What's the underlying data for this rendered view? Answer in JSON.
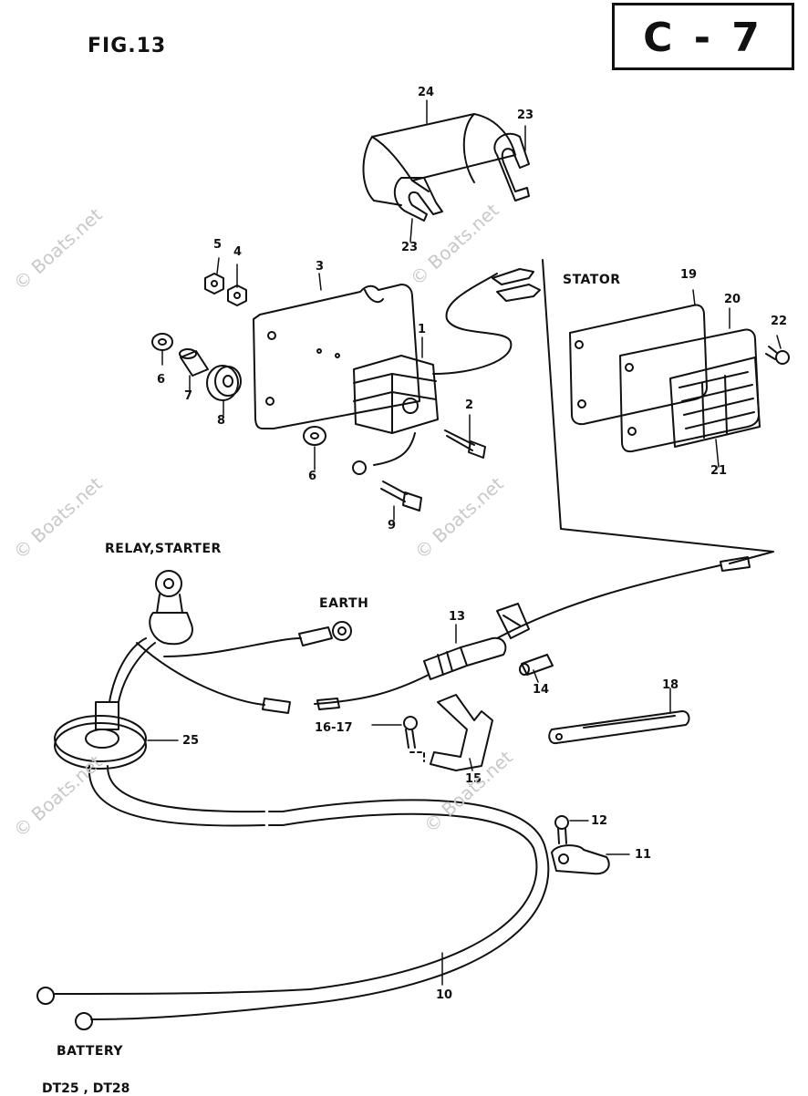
{
  "figure": "FIG.13",
  "reference": "C - 7",
  "text_labels": {
    "stator": "STATOR",
    "relay_starter": "RELAY,STARTER",
    "earth": "EARTH",
    "battery": "BATTERY"
  },
  "model_line": "DT25 , DT28",
  "watermark": "© Boats.net",
  "callouts": [
    "24",
    "23",
    "23",
    "5",
    "4",
    "3",
    "1",
    "6",
    "7",
    "8",
    "2",
    "6",
    "9",
    "19",
    "20",
    "22",
    "21",
    "13",
    "14",
    "18",
    "16-17",
    "15",
    "25",
    "12",
    "11",
    "10"
  ]
}
